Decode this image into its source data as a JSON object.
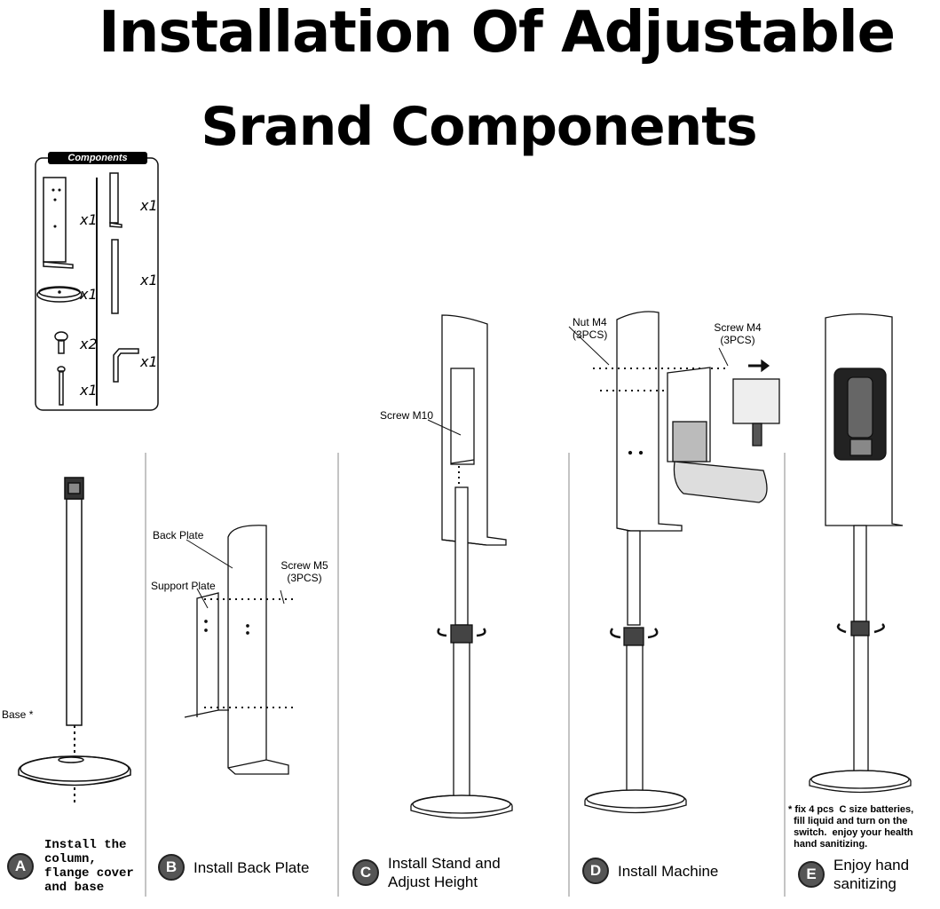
{
  "title": {
    "line1": "Installation Of Adjustable",
    "line2": "Srand Components"
  },
  "components": {
    "header": "Components",
    "quantities": [
      "x1",
      "x1",
      "x2",
      "x1",
      "x1",
      "x1",
      "x1"
    ]
  },
  "labels": {
    "base": "Base",
    "back_plate": "Back Plate",
    "support_plate": "Support Plate",
    "screw_m5": "Screw M5",
    "screw_m5_qty": "(3PCS)",
    "screw_m10": "Screw M10",
    "nut_m4": "Nut M4",
    "nut_m4_qty": "(3PCS)",
    "screw_m4": "Screw M4",
    "screw_m4_qty": "(3PCS)"
  },
  "steps": [
    {
      "letter": "A",
      "text": "Install the\ncolumn,\nflange cover\nand base"
    },
    {
      "letter": "B",
      "text": "Install Back Plate"
    },
    {
      "letter": "C",
      "line1": "Install Stand and",
      "line2": "Adjust Height"
    },
    {
      "letter": "D",
      "text": "Install Machine"
    },
    {
      "letter": "E",
      "line1": "Enjoy hand",
      "line2": "sanitizing"
    }
  ],
  "note": "* fix 4 pcs  C size batteries,\n  fill liquid and turn on the\n  switch.  enjoy your health\n  hand sanitizing."
}
